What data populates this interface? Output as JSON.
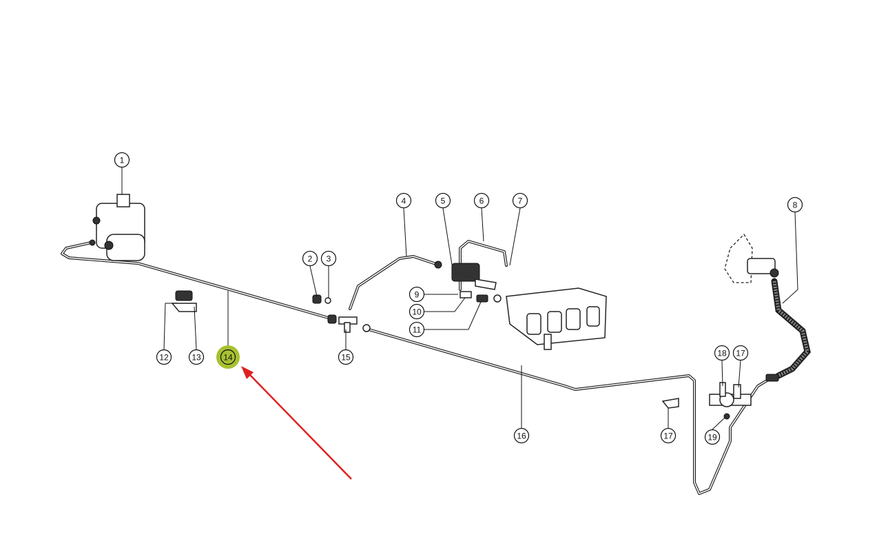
{
  "diagram": {
    "callouts": [
      {
        "label": "1"
      },
      {
        "label": "2"
      },
      {
        "label": "3"
      },
      {
        "label": "4"
      },
      {
        "label": "5"
      },
      {
        "label": "6"
      },
      {
        "label": "7"
      },
      {
        "label": "8"
      },
      {
        "label": "9"
      },
      {
        "label": "10"
      },
      {
        "label": "11"
      },
      {
        "label": "12"
      },
      {
        "label": "13"
      },
      {
        "label": "14"
      },
      {
        "label": "15"
      },
      {
        "label": "16"
      },
      {
        "label": "17"
      },
      {
        "label": "18"
      },
      {
        "label": "19"
      },
      {
        "label": "17"
      }
    ],
    "highlighted_label": "14",
    "colors": {
      "highlight": "#a6c130",
      "arrow": "#e02020",
      "line": "#222222"
    }
  }
}
